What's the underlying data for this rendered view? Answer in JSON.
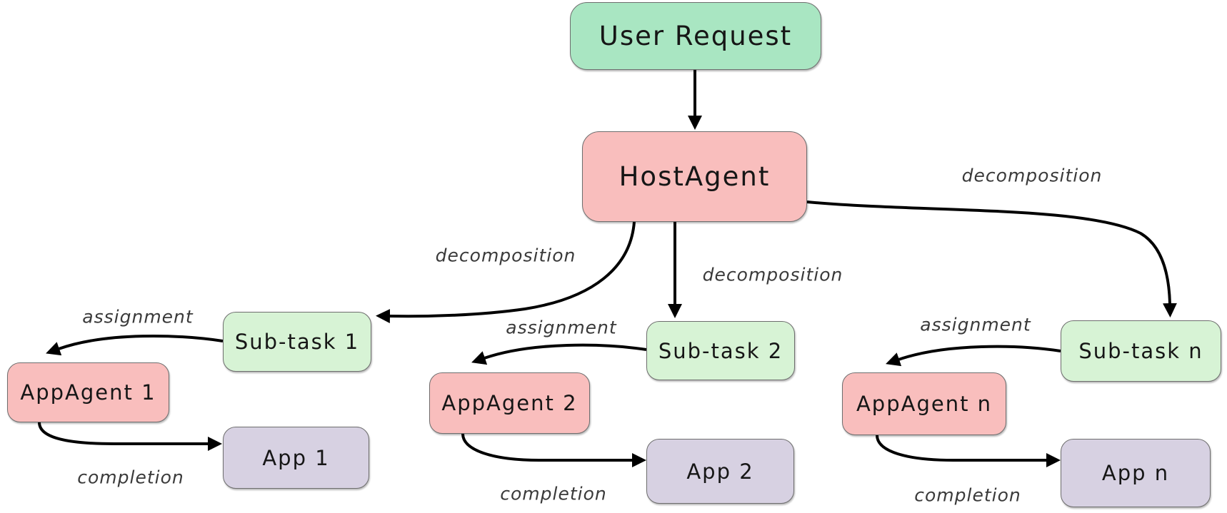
{
  "diagram": {
    "nodes": {
      "user_request": "User Request",
      "host_agent": "HostAgent",
      "subtask_1": "Sub-task 1",
      "subtask_2": "Sub-task 2",
      "subtask_n": "Sub-task n",
      "appagent_1": "AppAgent 1",
      "appagent_2": "AppAgent 2",
      "appagent_n": "AppAgent n",
      "app_1": "App 1",
      "app_2": "App 2",
      "app_n": "App n"
    },
    "edge_labels": {
      "decomposition_1": "decomposition",
      "decomposition_2": "decomposition",
      "decomposition_3": "decomposition",
      "assignment_1": "assignment",
      "assignment_2": "assignment",
      "assignment_3": "assignment",
      "completion_1": "completion",
      "completion_2": "completion",
      "completion_3": "completion"
    },
    "colors": {
      "user-request-fill": "#a9e6c2",
      "subtask-fill": "#d7f3d5",
      "agent-fill": "#f9bebd",
      "app-fill": "#d7d1e2",
      "node-border": "#6e6e6e",
      "node-text": "#161616",
      "edge-text": "#3a3a3a",
      "arrow": "#000000",
      "background": "#ffffff"
    }
  }
}
